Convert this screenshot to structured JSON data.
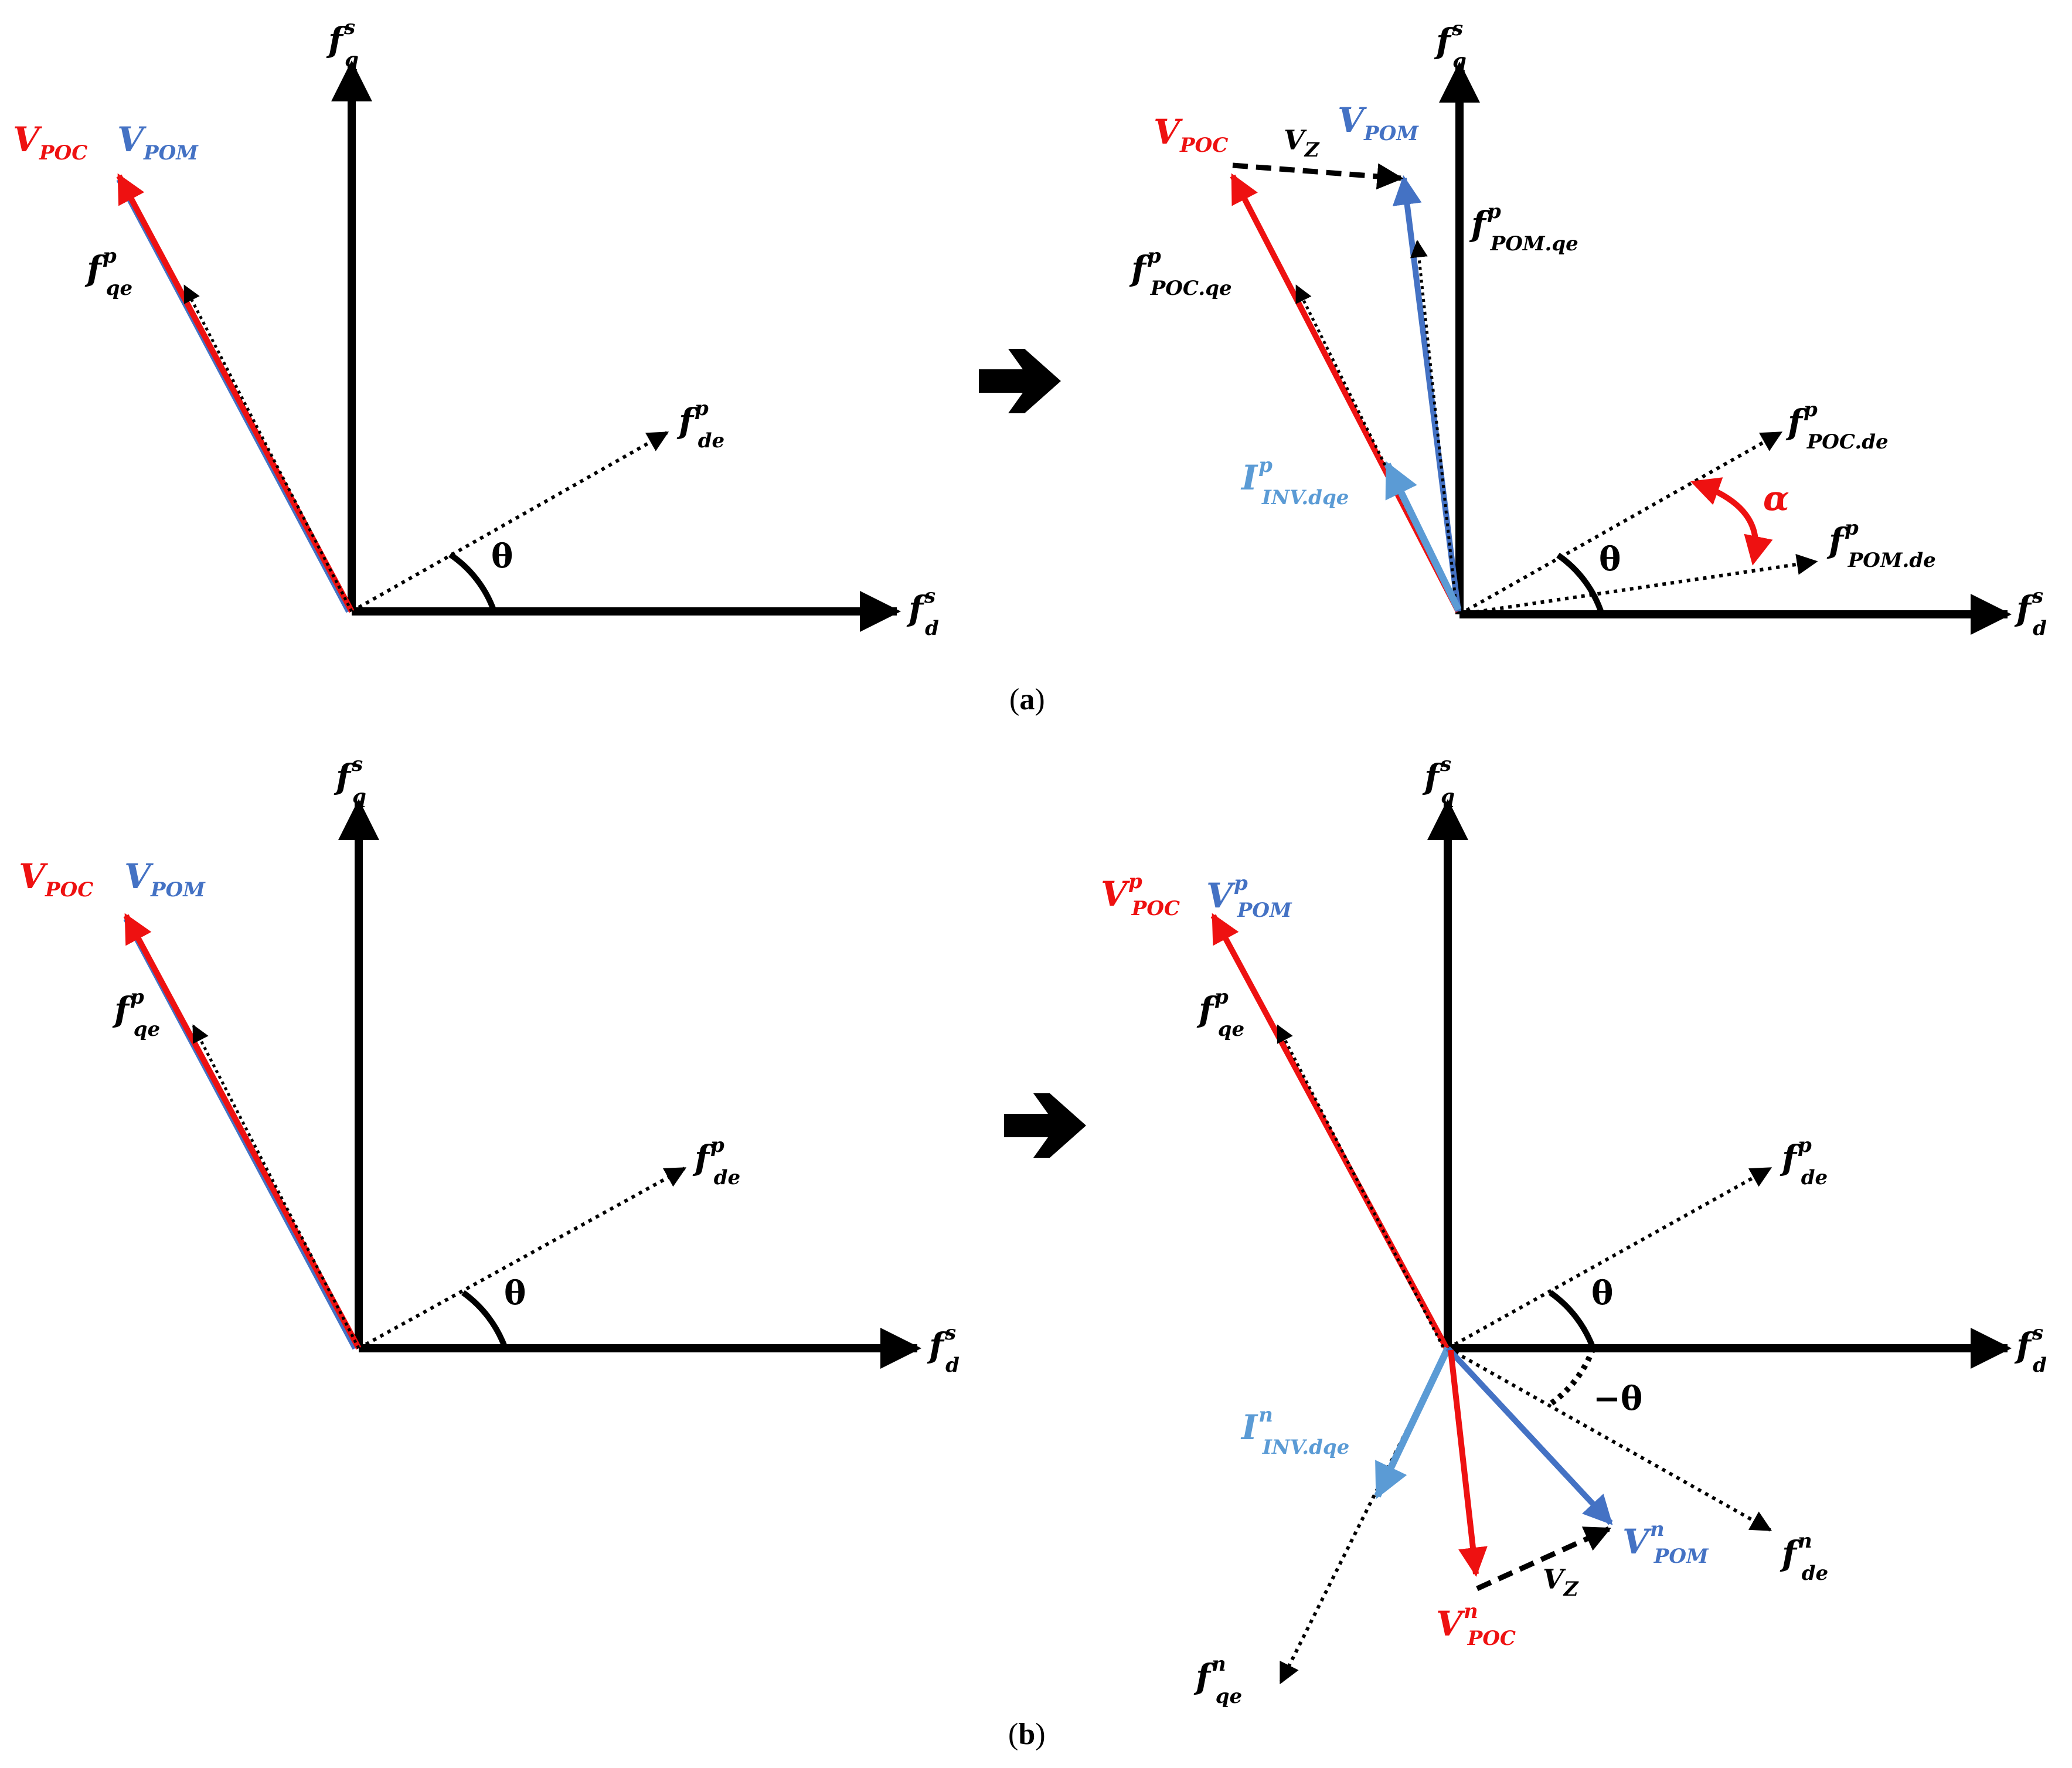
{
  "colors": {
    "black": "#000000",
    "red": "#ee1111",
    "blue": "#4472c4",
    "lightblue": "#5b9bd5"
  },
  "captions": {
    "a": {
      "open": "(",
      "letter": "a",
      "close": ")"
    },
    "b": {
      "open": "(",
      "letter": "b",
      "close": ")"
    }
  },
  "symbols": {
    "theta": "θ",
    "neg_theta": "−θ",
    "alpha": "α",
    "transition_arrow": "arrow-right"
  },
  "labels": {
    "f": "f",
    "V": "V",
    "I": "I",
    "s": "s",
    "p": "p",
    "n": "n",
    "q": "q",
    "d": "d",
    "qe": "qe",
    "de": "de",
    "POC": "POC",
    "POM": "POM",
    "POC_qe": "POC.qe",
    "POM_qe": "POM.qe",
    "POC_de": "POC.de",
    "POM_de": "POM.de",
    "INV_dqe": "INV.dqe",
    "Vz": "V",
    "Z": "Z"
  }
}
